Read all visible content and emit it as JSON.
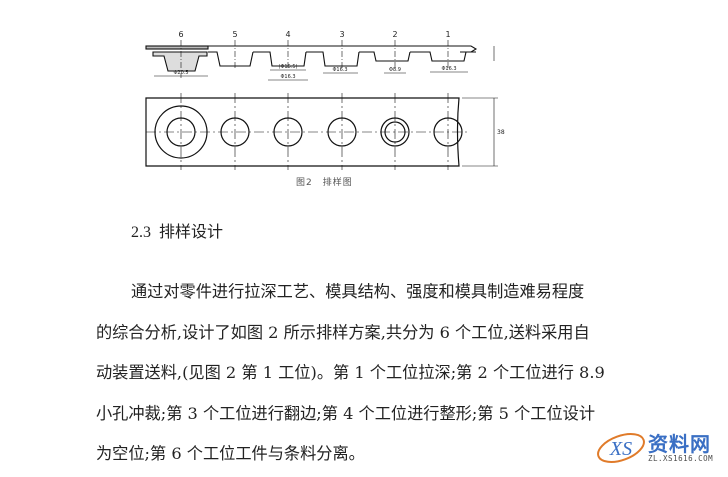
{
  "figure": {
    "caption": "图2　排样图",
    "station_labels": [
      "6",
      "5",
      "4",
      "3",
      "2",
      "1"
    ],
    "dimensions": {
      "station6_width": "Φ20.5",
      "station4_inner": "(Φ15.5)",
      "station4_outer": "Φ16.3",
      "station3_width": "Φ16.3",
      "station2_hole": "Φ8.9",
      "station1_width": "Φ16.3",
      "strip_width": "38"
    }
  },
  "section": {
    "number": "2.3",
    "title": "排样设计"
  },
  "paragraph": {
    "lines": [
      "通过对零件进行拉深工艺、模具结构、强度和模具制造难易程度",
      "的综合分析,设计了如图 2 所示排样方案,共分为 6 个工位,送料采用自",
      "动装置送料,(见图 2 第 1 工位)。第 1 个工位拉深;第 2 个工位进行 8.9",
      "小孔冲裁;第 3 个工位进行翻边;第 4 个工位进行整形;第 5 个工位设计",
      "为空位;第 6 个工位工件与条料分离。"
    ]
  },
  "watermark": {
    "logo_text": "XS",
    "brand": "资料网",
    "url": "ZL.XS1616.COM"
  }
}
